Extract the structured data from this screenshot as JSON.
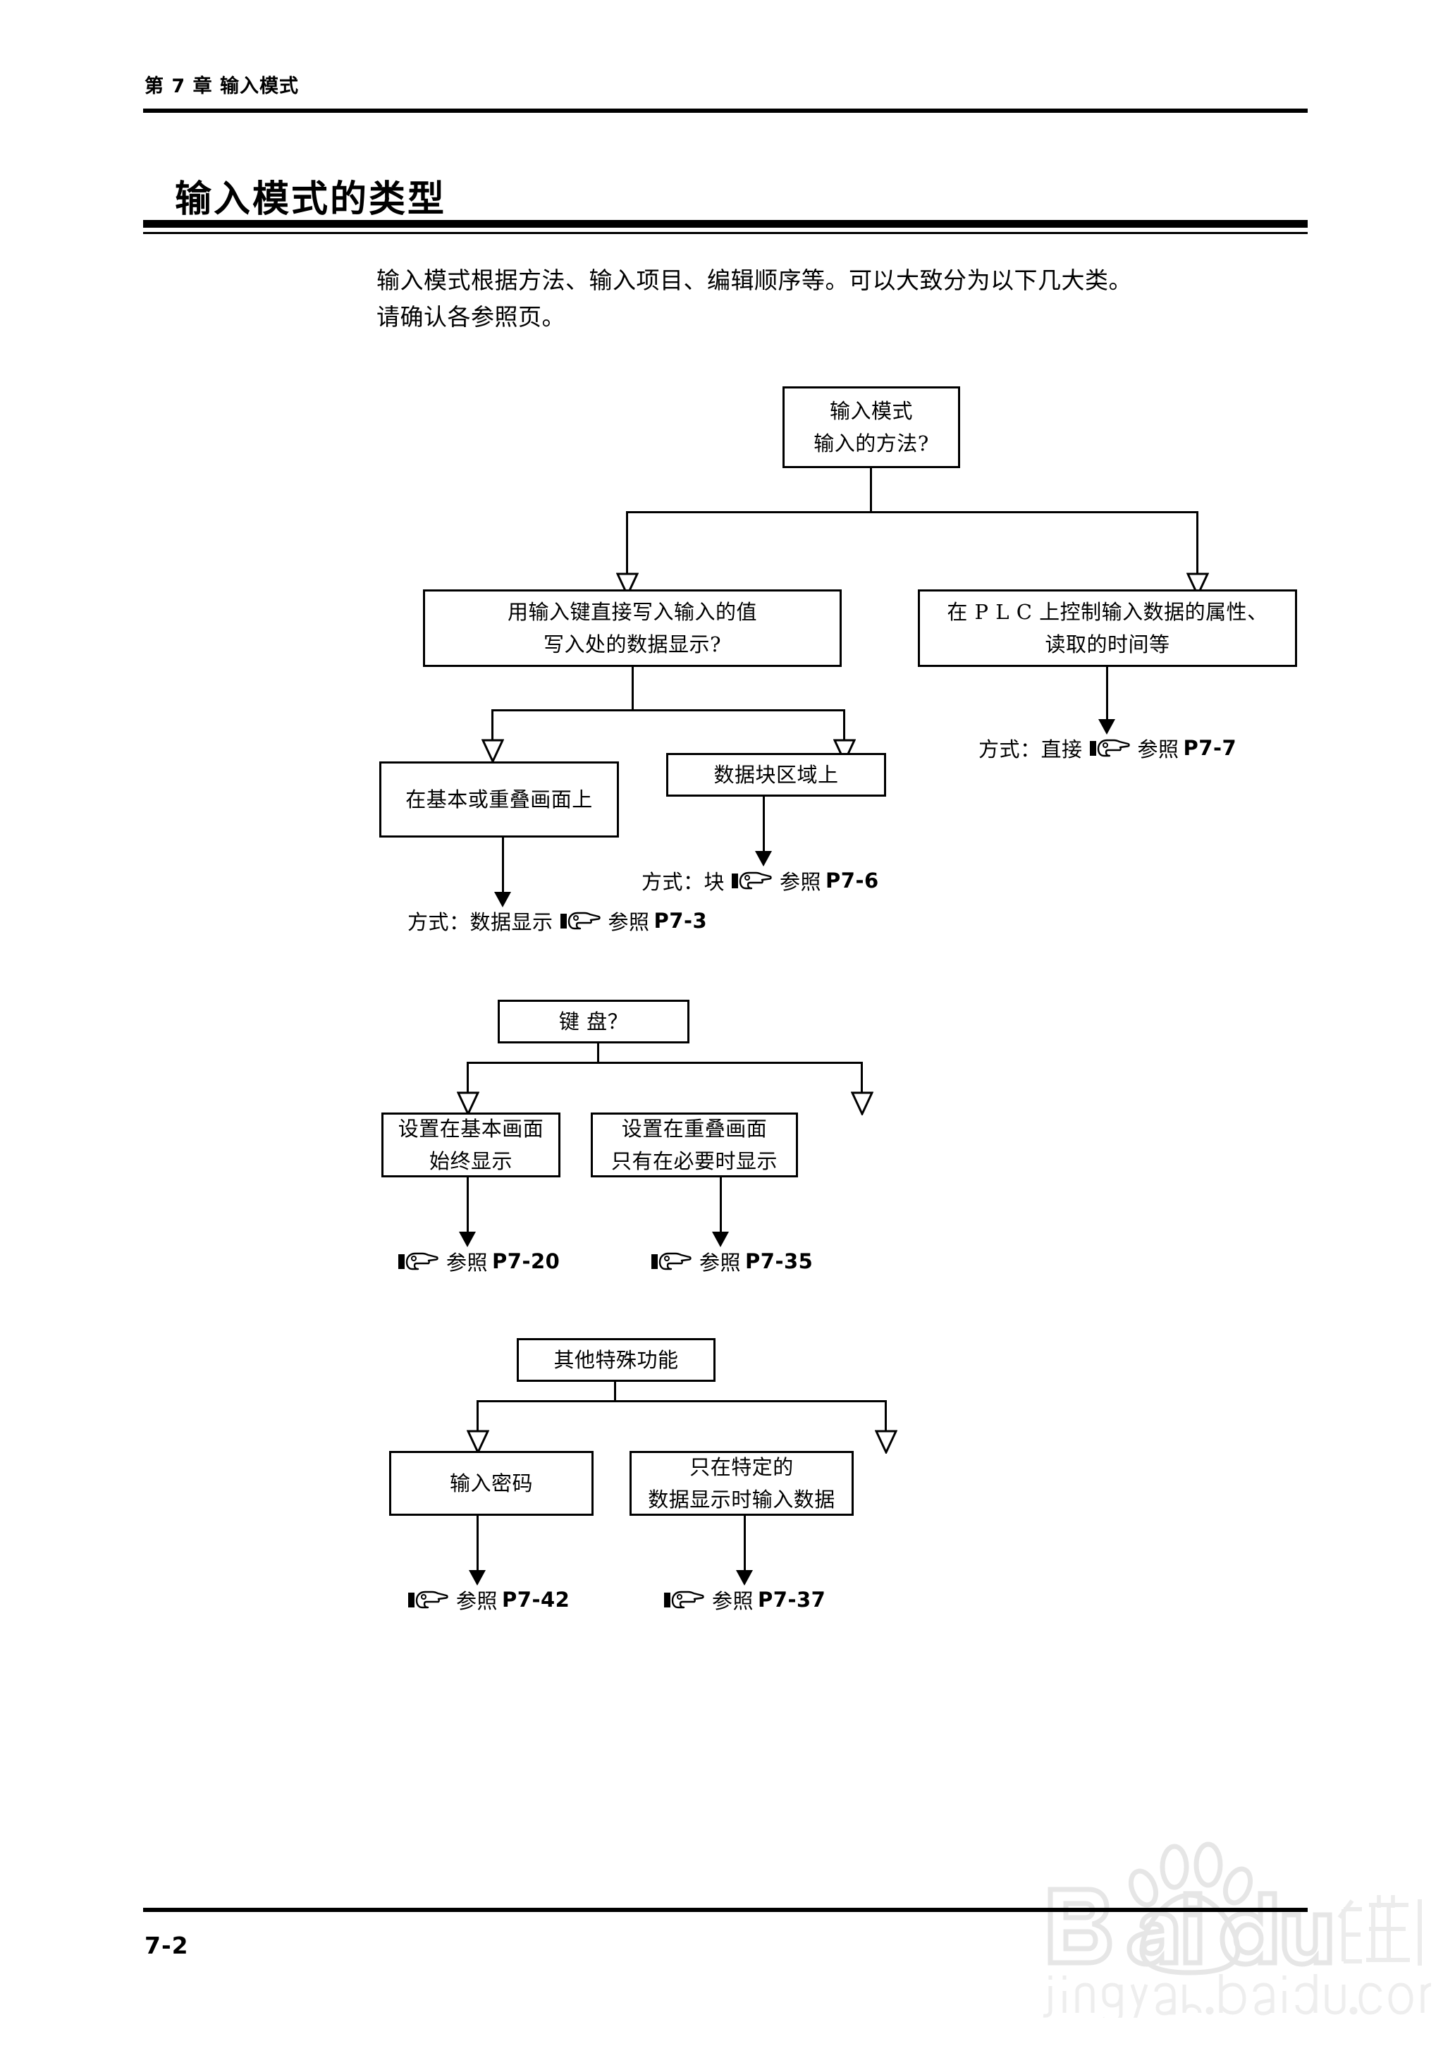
{
  "header": {
    "running_head": "第 7 章   输入模式"
  },
  "section": {
    "title": "输入模式的类型",
    "intro_line_1": "输入模式根据方法、输入项目、编辑顺序等。可以大致分为以下几大类。",
    "intro_line_2": "请确认各参照页。"
  },
  "flowchart": {
    "root": {
      "line1": "输入模式",
      "line2": "输入的方法?"
    },
    "branch_left": {
      "line1": "用输入键直接写入输入的值",
      "line2": "写入处的数据显示?"
    },
    "branch_right": {
      "line1": "在 P L C 上控制输入数据的属性、",
      "line2": "读取的时间等"
    },
    "leaf_basic_overlap": "在基本或重叠画面上",
    "leaf_data_block": "数据块区域上",
    "ref_direct": {
      "prefix": "方式：直接",
      "icon": "pointing-hand-icon",
      "see": "参照",
      "page": "P7-7"
    },
    "ref_data_display": {
      "prefix": "方式：数据显示",
      "icon": "pointing-hand-icon",
      "see": "参照",
      "page": "P7-3"
    },
    "ref_block": {
      "prefix": "方式：块",
      "icon": "pointing-hand-icon",
      "see": "参照",
      "page": "P7-6"
    }
  },
  "keyboard_chart": {
    "root": "键 盘？",
    "left_box": {
      "line1": "设置在基本画面",
      "line2": "始终显示"
    },
    "right_box": {
      "line1": "设置在重叠画面",
      "line2": "只有在必要时显示"
    },
    "ref_left": {
      "see": "参照",
      "page": "P7-20",
      "icon": "pointing-hand-icon"
    },
    "ref_right": {
      "see": "参照",
      "page": "P7-35",
      "icon": "pointing-hand-icon"
    }
  },
  "special_chart": {
    "root": "其他特殊功能",
    "left_box": {
      "line1": "输入密码"
    },
    "right_box": {
      "line1": "只在特定的",
      "line2": "数据显示时输入数据"
    },
    "ref_left": {
      "see": "参照",
      "page": "P7-42",
      "icon": "pointing-hand-icon"
    },
    "ref_right": {
      "see": "参照",
      "page": "P7-37",
      "icon": "pointing-hand-icon"
    }
  },
  "footer": {
    "page_number": "7-2"
  },
  "watermark": {
    "brand": "Baidu",
    "brand_cn": "经验",
    "url": "jingyan.baidu.com",
    "color": "#e8e8e8"
  }
}
